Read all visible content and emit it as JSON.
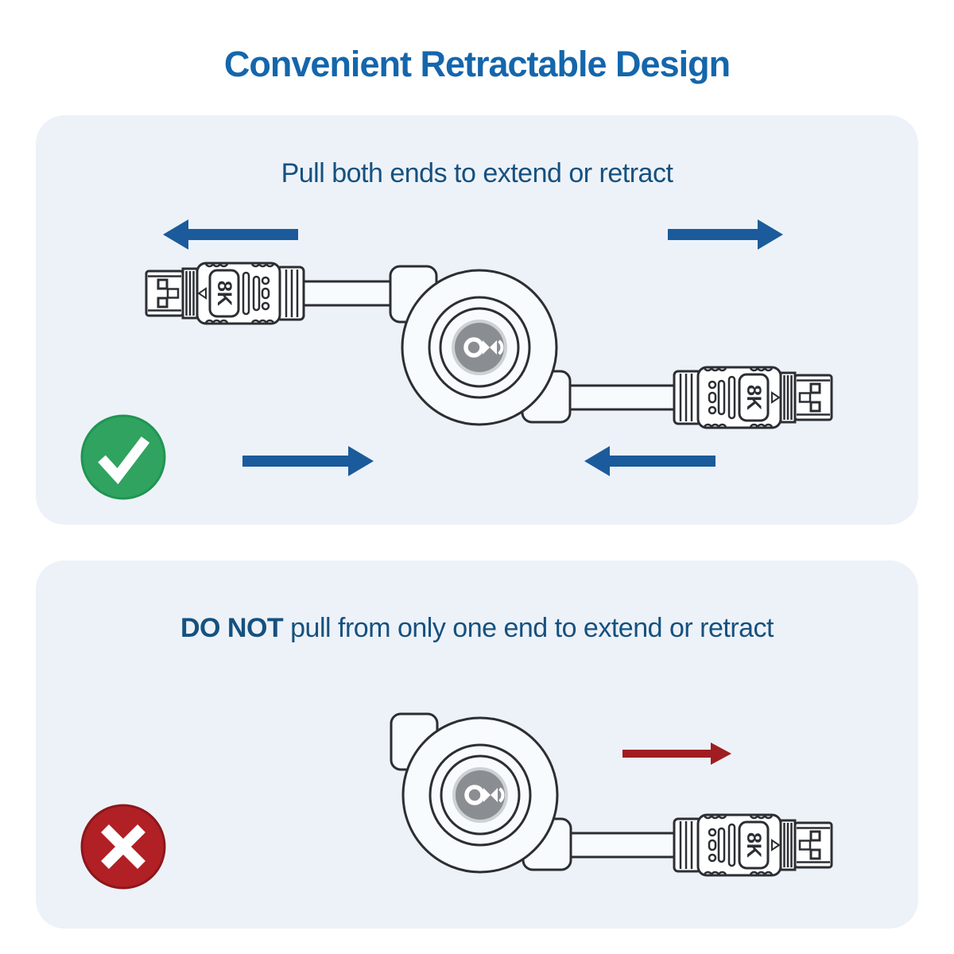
{
  "title": "Convenient Retractable Design",
  "panel_correct": {
    "heading": "Pull both ends to extend or retract"
  },
  "panel_incorrect": {
    "heading_emphasis": "DO NOT",
    "heading_rest": " pull from only one end to extend or retract"
  },
  "connector_label": "8K",
  "icons": {
    "correct_badge": "check-circle",
    "incorrect_badge": "x-circle",
    "pull_direction": "horizontal-arrow",
    "reel_hub": "reel-hub-logo"
  },
  "colors": {
    "title_blue": "#1566ab",
    "heading_blue": "#15517f",
    "arrow_blue": "#1b5b9b",
    "arrow_red": "#a01d22",
    "badge_green": "#2fa35f",
    "badge_red": "#b02025",
    "panel_bg": "#edf2f8",
    "outline": "#2b2e33",
    "hub_gray": "#8a8e92"
  }
}
